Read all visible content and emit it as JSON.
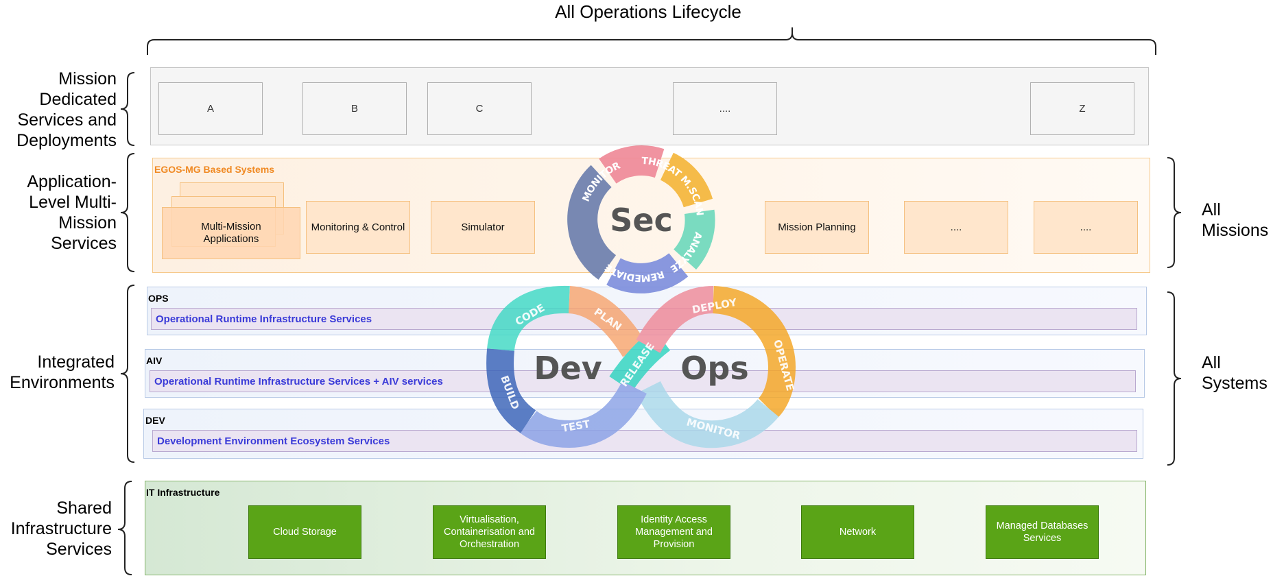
{
  "top": {
    "title": "All Operations Lifecycle"
  },
  "left_labels": {
    "mission_dedicated": [
      "Mission",
      "Dedicated",
      "Services and",
      "Deployments"
    ],
    "app_level": [
      "Application-",
      "Level Multi-",
      "Mission",
      "Services"
    ],
    "integrated": [
      "Integrated",
      "Environments"
    ],
    "shared": [
      "Shared",
      "Infrastructure",
      "Services"
    ]
  },
  "right_labels": {
    "all_missions": [
      "All",
      "Missions"
    ],
    "all_systems": [
      "All",
      "Systems"
    ]
  },
  "mission_row": {
    "boxes": [
      "A",
      "B",
      "C",
      "....",
      "Z"
    ]
  },
  "app_row": {
    "title": "EGOS-MG Based Systems",
    "stack_label": "Multi-Mission Applications",
    "boxes": [
      "Monitoring & Control",
      "Simulator",
      "Mission Planning",
      "....",
      "...."
    ]
  },
  "environments": {
    "ops": {
      "title": "OPS",
      "service": "Operational Runtime Infrastructure Services"
    },
    "aiv": {
      "title": "AIV",
      "service": "Operational Runtime Infrastructure Services + AIV services"
    },
    "dev": {
      "title": "DEV",
      "service": "Development Environment Ecosystem Services"
    }
  },
  "infra": {
    "title": "IT Infrastructure",
    "boxes": [
      "Cloud Storage",
      "Virtualisation, Containerisation and Orchestration",
      "Identity Access Management and Provision",
      "Network",
      "Managed Databases Services"
    ]
  },
  "secops_logo": {
    "center": "Sec",
    "segments": [
      "THREAT M.",
      "SCAN",
      "ANALYZE",
      "REMEDIATE",
      "MONITOR"
    ]
  },
  "devops_logo": {
    "left": "Dev",
    "right": "Ops",
    "segments": [
      "CODE",
      "PLAN",
      "RELEASE",
      "DEPLOY",
      "OPERATE",
      "MONITOR",
      "TEST",
      "BUILD"
    ]
  },
  "colors": {
    "accent_text": "#3b3bd8",
    "egos_title": "#f08a24",
    "green": "#5aa417",
    "threat": "#ef8a99",
    "scan": "#f5b73c",
    "analyze": "#6fd9bd",
    "remediate": "#7f90dd",
    "monitor": "#6d7fae"
  }
}
